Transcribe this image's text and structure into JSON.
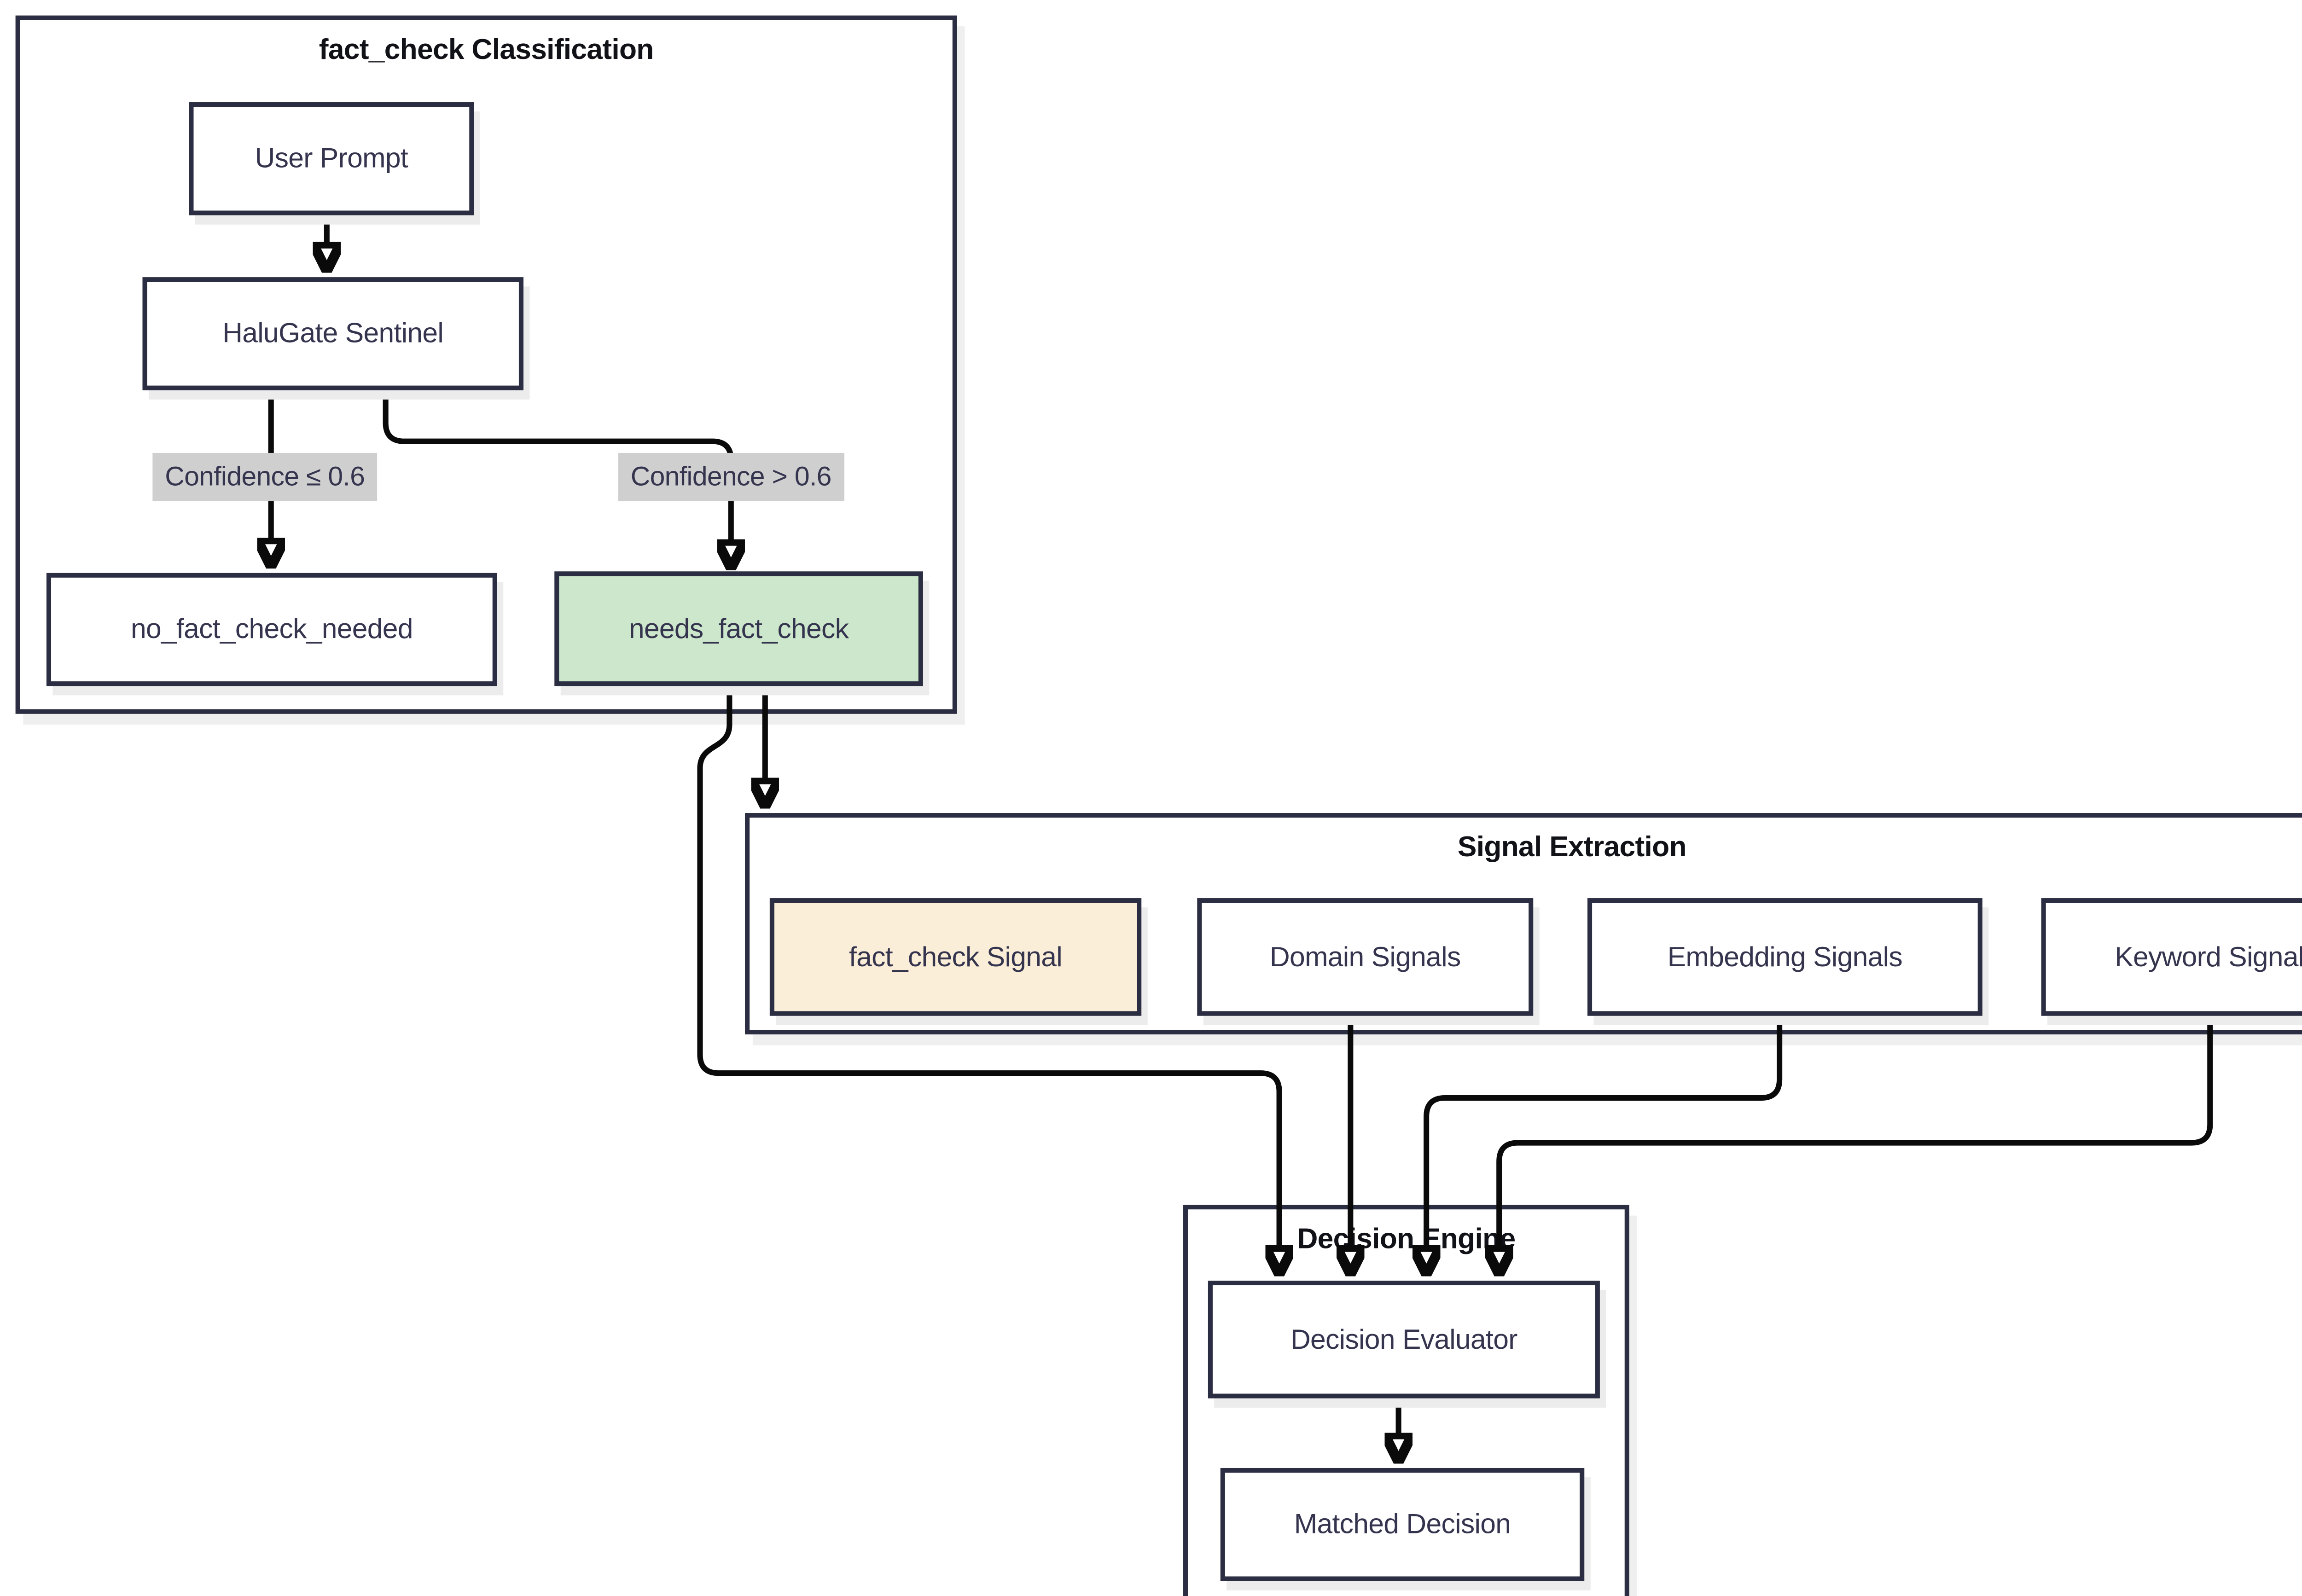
{
  "diagram": {
    "clusters": [
      {
        "id": "classification",
        "title": "fact_check Classification"
      },
      {
        "id": "signal-extraction",
        "title": "Signal Extraction"
      },
      {
        "id": "decision-engine",
        "title": "Decision Engine"
      }
    ],
    "nodes": [
      {
        "id": "user-prompt",
        "label": "User Prompt",
        "fill": "#ffffff"
      },
      {
        "id": "halugate-sentinel",
        "label": "HaluGate Sentinel",
        "fill": "#ffffff"
      },
      {
        "id": "no-fact-check-needed",
        "label": "no_fact_check_needed",
        "fill": "#ffffff"
      },
      {
        "id": "needs-fact-check",
        "label": "needs_fact_check",
        "fill": "#cde7cc"
      },
      {
        "id": "fact-check-signal",
        "label": "fact_check Signal",
        "fill": "#fbeed8"
      },
      {
        "id": "domain-signals",
        "label": "Domain Signals",
        "fill": "#ffffff"
      },
      {
        "id": "embedding-signals",
        "label": "Embedding Signals",
        "fill": "#ffffff"
      },
      {
        "id": "keyword-signals",
        "label": "Keyword Signals",
        "fill": "#ffffff"
      },
      {
        "id": "decision-evaluator",
        "label": "Decision Evaluator",
        "fill": "#ffffff"
      },
      {
        "id": "matched-decision",
        "label": "Matched Decision",
        "fill": "#ffffff"
      }
    ],
    "edge_labels": [
      {
        "id": "confidence-low",
        "text": "Confidence ≤ 0.6"
      },
      {
        "id": "confidence-high",
        "text": "Confidence > 0.6"
      }
    ],
    "edges": [
      {
        "from": "user-prompt",
        "to": "halugate-sentinel"
      },
      {
        "from": "halugate-sentinel",
        "to": "no-fact-check-needed",
        "label": "Confidence ≤ 0.6"
      },
      {
        "from": "halugate-sentinel",
        "to": "needs-fact-check",
        "label": "Confidence > 0.6"
      },
      {
        "from": "needs-fact-check",
        "to": "signal-extraction"
      },
      {
        "from": "needs-fact-check",
        "to": "decision-evaluator"
      },
      {
        "from": "domain-signals",
        "to": "decision-evaluator"
      },
      {
        "from": "embedding-signals",
        "to": "decision-evaluator"
      },
      {
        "from": "keyword-signals",
        "to": "decision-evaluator"
      },
      {
        "from": "decision-evaluator",
        "to": "matched-decision"
      }
    ],
    "colors": {
      "border_navy": "#2b2d42",
      "node_text": "#34344e",
      "title_text": "#111118",
      "edge_black": "#0a0a0a",
      "label_bg_gray": "#cfcfcf",
      "highlight_green": "#cde7cc",
      "highlight_peach": "#fbeed8",
      "shadow_gray": "#ececec",
      "background": "#ffffff"
    }
  }
}
